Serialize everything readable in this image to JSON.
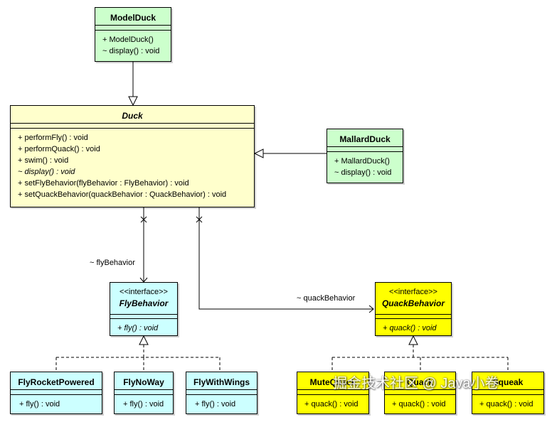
{
  "classes": {
    "model_duck": {
      "name": "ModelDuck",
      "ops": [
        "+ ModelDuck()",
        "~ display() : void"
      ]
    },
    "duck": {
      "name": "Duck",
      "ops": [
        "+ performFly() : void",
        "+ performQuack() : void",
        "+ swim() : void",
        "~ display() : void",
        "+ setFlyBehavior(flyBehavior : FlyBehavior) : void",
        "+ setQuackBehavior(quackBehavior : QuackBehavior) : void"
      ]
    },
    "mallard_duck": {
      "name": "MallardDuck",
      "ops": [
        "+ MallardDuck()",
        "~ display() : void"
      ]
    },
    "fly_behavior": {
      "stereotype": "<<interface>>",
      "name": "FlyBehavior",
      "ops": [
        "+ fly() : void"
      ]
    },
    "quack_behavior": {
      "stereotype": "<<interface>>",
      "name": "QuackBehavior",
      "ops": [
        "+ quack() : void"
      ]
    },
    "fly_rocket_powered": {
      "name": "FlyRocketPowered",
      "ops": [
        "+ fly() : void"
      ]
    },
    "fly_no_way": {
      "name": "FlyNoWay",
      "ops": [
        "+ fly() : void"
      ]
    },
    "fly_with_wings": {
      "name": "FlyWithWings",
      "ops": [
        "+ fly() : void"
      ]
    },
    "mute_quack": {
      "name": "MuteQuack",
      "ops": [
        "+ quack() : void"
      ]
    },
    "quack": {
      "name": "Quack",
      "ops": [
        "+ quack() : void"
      ]
    },
    "squeak": {
      "name": "Squeak",
      "ops": [
        "+ quack() : void"
      ]
    }
  },
  "associations": {
    "fly": "~ flyBehavior",
    "quack": "~ quackBehavior"
  },
  "watermark": "掘金技术社区 @ Java小卷",
  "colors": {
    "concrete": "#ccffcc",
    "abstract": "#ffffcc",
    "fly_impl": "#ccffff",
    "quack_impl": "#ffff00"
  }
}
